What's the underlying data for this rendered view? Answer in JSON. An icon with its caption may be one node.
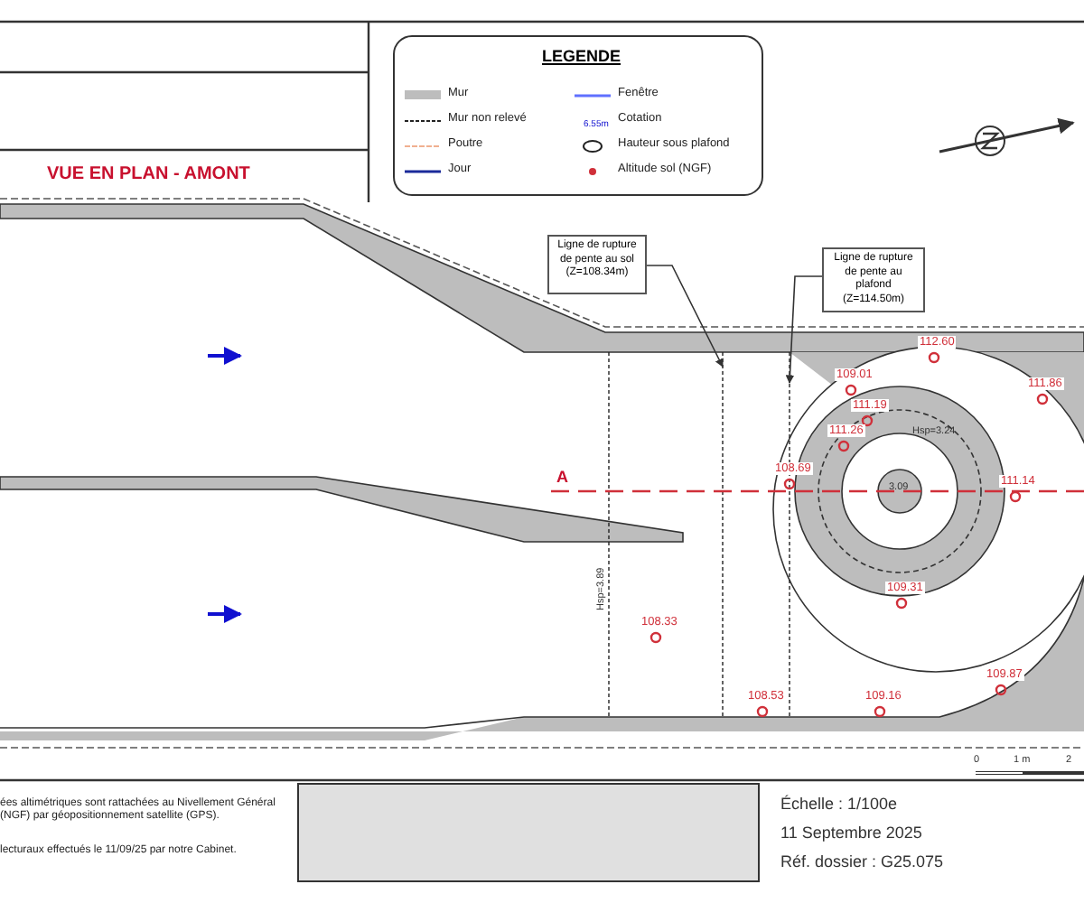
{
  "diagram": {
    "title": "VUE EN PLAN - AMONT",
    "nodes": [
      {
        "text": [
          "Ligne de rupture de pente au sol (Z=108.34m)"
        ]
      },
      {
        "text": [
          "Ligne de rupture de pente au plafond (Z=114.50m)"
        ]
      }
    ],
    "edges": [
      {
        "from": 0,
        "to": null,
        "arrow": "to"
      },
      {
        "from": 1,
        "to": null,
        "arrow": "to"
      }
    ],
    "labels": [
      "LEGENDE",
      "6.55m",
      "A",
      "112.60",
      "109.01",
      "111.19",
      "111.26",
      "108.69",
      "111.86",
      "111.14",
      "3.09",
      "Hsp=3.24",
      "109.31",
      "108.33",
      "Hsp=3.89",
      "108.53",
      "109.16",
      "109.87",
      "0",
      "1 m",
      "2",
      "ées altimétriques sont rattachées au Nivellement Général (NGF) par géopositionnement satellite (GPS).",
      "lecturaux effectués le 11/09/25 par notre Cabinet.",
      "Échelle : 1/100e",
      "11 Septembre 2025",
      "Réf. dossier : G25.075"
    ],
    "legend": [
      {
        "text": "Mur",
        "color": "#bdbdbd"
      },
      {
        "text": "Mur non relevé"
      },
      {
        "text": "Poutre"
      },
      {
        "text": "Jour"
      },
      {
        "text": "Fenêtre"
      },
      {
        "text": "Cotation"
      },
      {
        "text": "Hauteur sous plafond"
      },
      {
        "text": "Altitude sol (NGF)"
      }
    ]
  }
}
